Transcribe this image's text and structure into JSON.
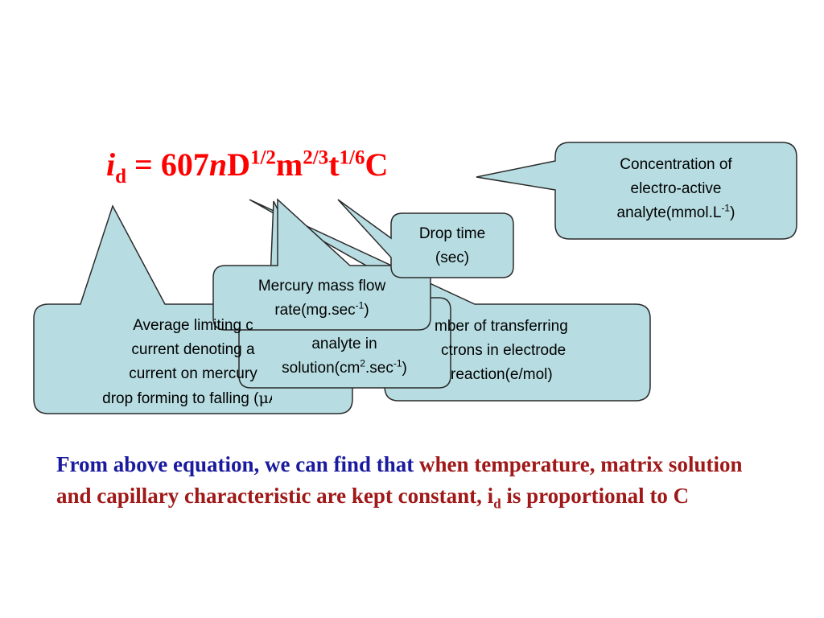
{
  "equation": {
    "i": "i",
    "d": "d",
    "eq": " = 607",
    "n": "n",
    "D": "D",
    "D_exp": "1/2",
    "m": "m",
    "m_exp": "2/3",
    "t": "t",
    "t_exp": "1/6",
    "C": "C"
  },
  "callouts": {
    "avg_current": {
      "lines": [
        "Average limiting c",
        "current denoting a",
        "current on mercury ",
        "drop forming to falling ("
      ],
      "mu": "μ",
      "end": "A)"
    },
    "diffusion": {
      "line1": "analyte in",
      "line2a": "solution(cm",
      "sup1": "2",
      "line2b": ".sec",
      "sup2": "-1",
      "line2c": ")"
    },
    "electrons": {
      "lines": [
        "mber of transferring",
        "ctrons in electrode",
        "reaction(e/mol)"
      ]
    },
    "mercury": {
      "line1": "Mercury mass flow",
      "line2a": "rate(mg.sec",
      "sup": "-1",
      "line2b": ")"
    },
    "drop_time": {
      "line1": "Drop time",
      "line2": "(sec)"
    },
    "concentration": {
      "line1": "Concentration of",
      "line2": "electro-active",
      "line3a": "analyte(mmol.L",
      "sup": "-1",
      "line3b": ")"
    }
  },
  "conclusion": {
    "part1": "From above equation, we can find that ",
    "part2": "when temperature, matrix solution and capillary characteristic are kept constant, i",
    "sub": "d",
    "part3": " is proportional to  C"
  },
  "colors": {
    "callout_fill": "#b7dde2",
    "callout_stroke": "#2b2b2b",
    "equation": "#ff0000",
    "conclusion_blue": "#1a1a9e",
    "conclusion_red": "#a01818"
  }
}
